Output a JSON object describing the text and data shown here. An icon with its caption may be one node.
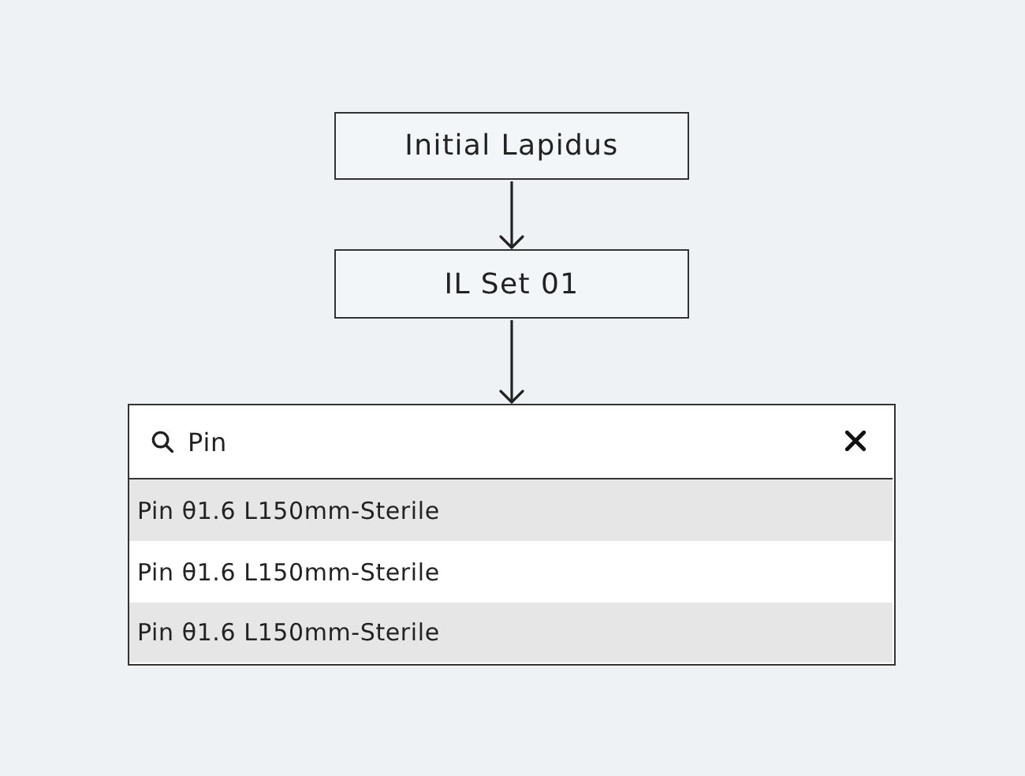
{
  "diagram": {
    "nodes": [
      {
        "text": [
          "Initial Lapidus"
        ]
      },
      {
        "text": [
          "IL Set 01"
        ]
      },
      {
        "text": [],
        "shape": "box"
      },
      {
        "text": [
          "Pin"
        ],
        "in": 2
      },
      {
        "text": [
          "Pin θ1.6 L150mm-Sterile"
        ],
        "in": 2
      },
      {
        "text": [
          "Pin θ1.6 L150mm-Sterile"
        ],
        "in": 2
      },
      {
        "text": [
          "Pin θ1.6 L150mm-Sterile"
        ],
        "in": 2
      }
    ],
    "edges": [
      {
        "from": 0,
        "to": 1,
        "arrow": "to"
      },
      {
        "from": 1,
        "to": 2,
        "arrow": "to"
      }
    ]
  }
}
